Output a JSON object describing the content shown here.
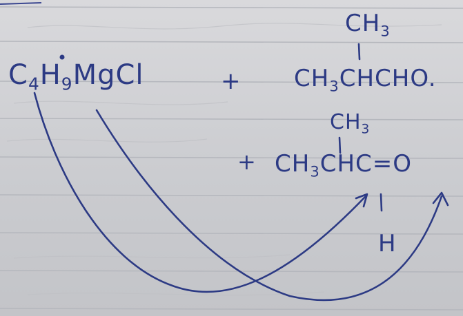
{
  "reaction": {
    "reagent": {
      "main": "C",
      "sub1": "4",
      "mid": "H",
      "sub2": "9",
      "tail": "MgCl"
    },
    "plus1": "+",
    "plus2": "+",
    "aldehyde_branch": {
      "main": "CH",
      "sub": "3"
    },
    "aldehyde": {
      "a": "CH",
      "sub": "3",
      "b": "CHCHO",
      "end": "."
    },
    "carbonyl_branch": {
      "main": "CH",
      "sub": "3"
    },
    "carbonyl": {
      "a": "CH",
      "sub": "3",
      "b": "CHC=O"
    },
    "carbonyl_h": "H"
  },
  "colors": {
    "ink": "#2c3a84",
    "paper": "#d2d3d6",
    "rule_line": "#b7b9bf"
  }
}
